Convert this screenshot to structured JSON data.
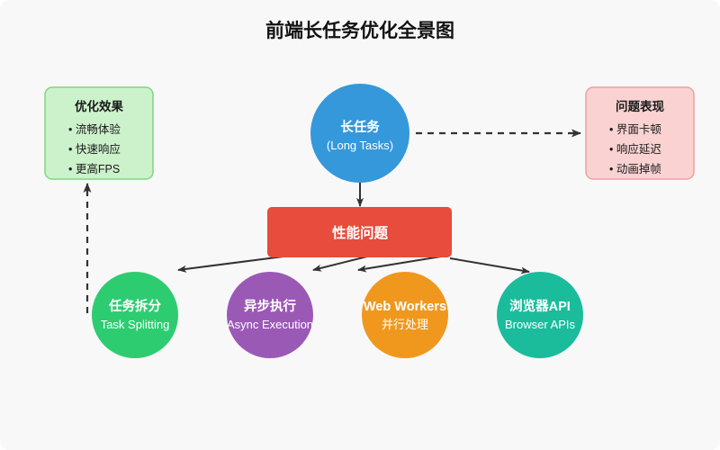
{
  "page": {
    "title": "前端长任务优化全景图",
    "background_color": "#f8f8f8"
  },
  "central": {
    "label_cn": "长任务",
    "label_en": "(Long Tasks)",
    "color": "#3498db"
  },
  "problem_box": {
    "label": "性能问题",
    "color": "#e74c3c"
  },
  "panels": {
    "left": {
      "title": "优化效果",
      "color": "#ccf2cc",
      "border_color": "#7dd87d",
      "items": [
        {
          "text": "• 流畅体验"
        },
        {
          "text": "• 快速响应"
        },
        {
          "text": "• 更高FPS"
        }
      ]
    },
    "right": {
      "title": "问题表现",
      "color": "#fad2d2",
      "border_color": "#f0a0a0",
      "items": [
        {
          "text": "• 界面卡顿"
        },
        {
          "text": "• 响应延迟"
        },
        {
          "text": "• 动画掉帧"
        }
      ]
    }
  },
  "solutions": [
    {
      "label_cn": "任务拆分",
      "label_en": "Task Splitting",
      "color": "#2ecc71",
      "cn_bold": true
    },
    {
      "label_cn": "异步执行",
      "label_en": "Async Execution",
      "color": "#9b59b6",
      "cn_bold": true
    },
    {
      "label_cn": "Web Workers",
      "label_en": "并行处理",
      "color": "#f0981e",
      "cn_bold": true
    },
    {
      "label_cn": "浏览器API",
      "label_en": "Browser APIs",
      "color": "#1abc9c",
      "cn_bold": true
    }
  ],
  "edges": {
    "long_tasks_to_problem": "solid-down",
    "long_tasks_to_symptoms": "dashed-right",
    "problem_to_solutions": "solid-fan",
    "solution_to_effects": "dashed-up"
  }
}
